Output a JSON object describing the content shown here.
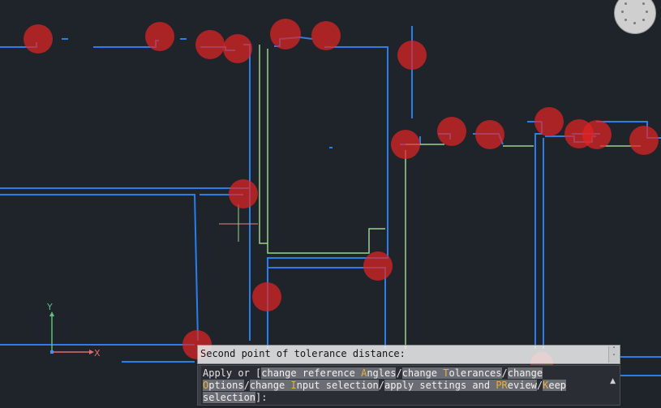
{
  "prompt": {
    "text": "Second point of tolerance distance:",
    "scroll_up": "˄",
    "scroll_down": "˅"
  },
  "command": {
    "seg1": "Apply or [",
    "opt1_key": "",
    "opt1_pre": "change reference ",
    "opt1_hot": "A",
    "opt1_post": "ngles",
    "sep1": "/",
    "opt2_pre": "change ",
    "opt2_hot": "T",
    "opt2_post": "olerances",
    "sep2": "/",
    "opt3_pre": "change ",
    "opt3_hot": "O",
    "opt3_post": "ptions",
    "sep3": "/",
    "opt4_pre": "change ",
    "opt4_hot": "I",
    "opt4_post": "nput selection",
    "sep4": "/",
    "opt5": "apply settings and ",
    "opt5_hot": "PR",
    "opt5_post": "eview",
    "sep5": "/",
    "opt6_hot": "K",
    "opt6_post": "eep",
    "opt6_line2": "selection",
    "end": "]:",
    "caret": "▲"
  },
  "ucs": {
    "x_label": "X",
    "y_label": "Y"
  },
  "colors": {
    "background": "#1f232a",
    "wall_line": "#2b7de9",
    "green_line": "#9bd18c",
    "marker": "#e02424"
  },
  "icons": {
    "navigation": "navigation-wheel-icon",
    "ucs": "ucs-axis-icon",
    "crosshair": "crosshair-cursor-icon"
  }
}
